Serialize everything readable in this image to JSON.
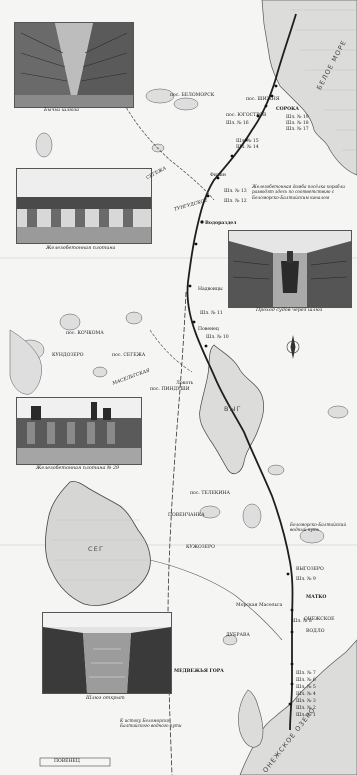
{
  "sea": {
    "white": "БЕЛОЕ МОРЕ",
    "onega": "ОНЕЖСКОЕ ОЗЕРО"
  },
  "waterbodies": {
    "vyg": "ВЫГ",
    "seg": "СЕГ"
  },
  "captions": {
    "photo1": "Бычьи шлюза",
    "photo2": "Железобетонная плотина",
    "photo3": "Проход судов через шлюз",
    "photo4": "Железобетонная плотина № 29",
    "photo5": "Шлюз открыт"
  },
  "notes": {
    "note1": "Железобетонная дамба посёлка корабли разводят здесь по соответствию с Беломорско-Балтийским каналом",
    "note2": "Беломорско-Балтийский водный путь",
    "note3": "К истоку Беломорско-Балтийского водного пути"
  },
  "places": {
    "belomorsk": "пос. БЕЛОМОРСК",
    "soroka": "СОРОКА",
    "shizhnya": "пос. ШИЖНЯ",
    "yugostrov": "пос. ЮГОСТРОВ",
    "vodorazdel": "Водораздел",
    "segezha": "СЕГЕЖА",
    "kochkoma": "пос. КОЧКОМА",
    "tungudskoe": "ТУНГУДСКОЕ",
    "nadvoitsy": "Надвоицы",
    "kundozero": "КУНДОЗЕРО",
    "segezha2": "пос. СЕГЕЖА",
    "maselgskaya": "МАСЕЛЬГСКАЯ",
    "pindushi": "пос. ПИНДУШИ",
    "povenets": "Повенец",
    "povenchanka": "ПОВЕНЧАНКА",
    "telekinu": "пос. ТЕЛЕКИНА",
    "matko": "МАТКО",
    "vodlo": "ВОДЛО",
    "dubrava": "ДУБРАВА",
    "medvezhya": "МЕДВЕЖЬЯ ГОРА",
    "kuzhozero": "КУЖОЗЕРО",
    "vygozero": "ВЫГОЗЕРО",
    "morskaya_maselga": "Морская Масельга",
    "onega_side": "ОНЕЖСКОЕ",
    "filin": "Филин",
    "lokot": "Локоть"
  },
  "locks": {
    "l19": "Шл. № 19",
    "l18": "Шл. № 18",
    "l17": "Шл. № 17",
    "l16": "Шл. № 16",
    "l15": "Шл. № 15",
    "l14": "Шл. № 14",
    "l13": "Шл. № 13",
    "l12": "Шл. № 12",
    "l11": "Шл. № 11",
    "l10": "Шл. № 10",
    "l9": "Шл. № 9",
    "l8": "Шл. № 8",
    "l7": "Шл. № 7",
    "l6": "Шл. № 6",
    "l5": "Шл. № 5",
    "l4": "Шл. № 4",
    "l3": "Шл. № 3",
    "l2": "Шл. № 2",
    "l1": "Шл. № 1"
  },
  "bottom_label": "ПОВЕНЕЦ"
}
